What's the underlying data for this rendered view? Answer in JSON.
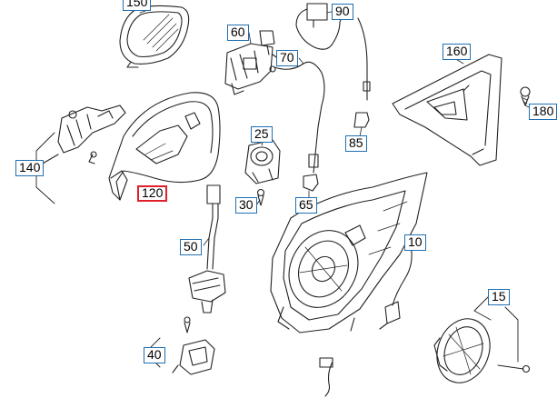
{
  "diagram": {
    "callouts": [
      {
        "id": "150",
        "label": "150",
        "selected": false
      },
      {
        "id": "90",
        "label": "90",
        "selected": false
      },
      {
        "id": "60",
        "label": "60",
        "selected": false
      },
      {
        "id": "70",
        "label": "70",
        "selected": false
      },
      {
        "id": "160",
        "label": "160",
        "selected": false
      },
      {
        "id": "180",
        "label": "180",
        "selected": false
      },
      {
        "id": "140",
        "label": "140",
        "selected": false
      },
      {
        "id": "25",
        "label": "25",
        "selected": false
      },
      {
        "id": "85",
        "label": "85",
        "selected": false
      },
      {
        "id": "120",
        "label": "120",
        "selected": true
      },
      {
        "id": "30",
        "label": "30",
        "selected": false
      },
      {
        "id": "65",
        "label": "65",
        "selected": false
      },
      {
        "id": "10",
        "label": "10",
        "selected": false
      },
      {
        "id": "50",
        "label": "50",
        "selected": false
      },
      {
        "id": "15",
        "label": "15",
        "selected": false
      },
      {
        "id": "40",
        "label": "40",
        "selected": false
      }
    ],
    "colors": {
      "callout_border": "#1f6fb2",
      "selected_border": "#e0202a",
      "line": "#222222"
    }
  }
}
